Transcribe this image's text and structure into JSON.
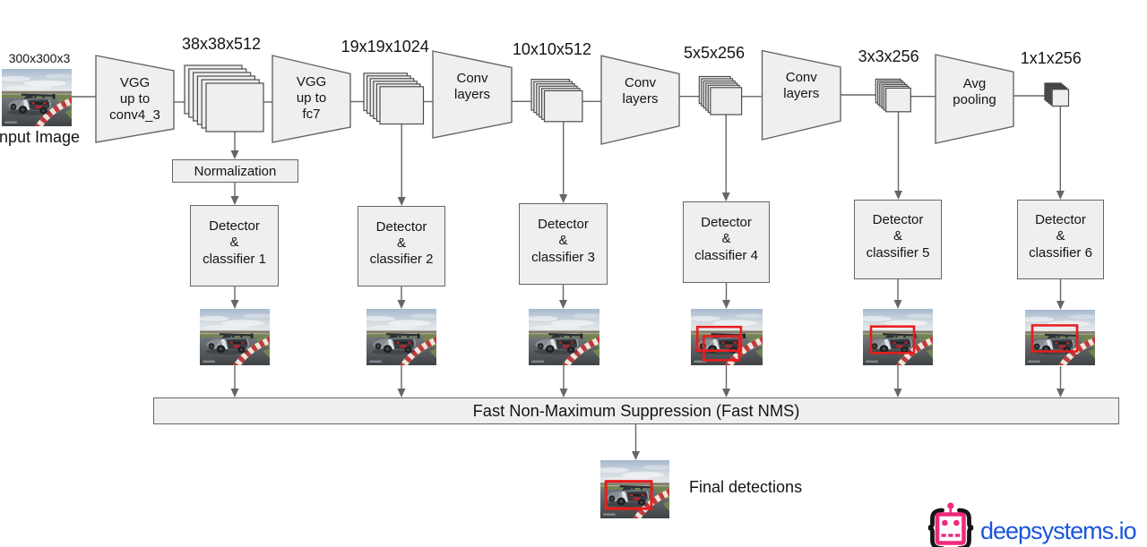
{
  "diagram": {
    "input": {
      "dim_label": "300x300x3",
      "caption": "Input Image"
    },
    "stages": {
      "trapezoids": [
        {
          "label": "VGG\nup to\nconv4_3"
        },
        {
          "label": "VGG\nup to\nfc7"
        },
        {
          "label": "Conv\nlayers"
        },
        {
          "label": "Conv\nlayers"
        },
        {
          "label": "Conv\nlayers"
        },
        {
          "label": "Avg\npooling"
        }
      ],
      "feature_maps": [
        {
          "dim_label": "38x38x512"
        },
        {
          "dim_label": "19x19x1024"
        },
        {
          "dim_label": "10x10x512"
        },
        {
          "dim_label": "5x5x256"
        },
        {
          "dim_label": "3x3x256"
        },
        {
          "dim_label": "1x1x256"
        }
      ]
    },
    "normalization": {
      "label": "Normalization"
    },
    "detectors": [
      {
        "label": "Detector\n&\nclassifier 1"
      },
      {
        "label": "Detector\n&\nclassifier 2"
      },
      {
        "label": "Detector\n&\nclassifier 3"
      },
      {
        "label": "Detector\n&\nclassifier 4"
      },
      {
        "label": "Detector\n&\nclassifier 5"
      },
      {
        "label": "Detector\n&\nclassifier 6"
      }
    ],
    "nms": {
      "label": "Fast Non-Maximum Suppression (Fast NMS)"
    },
    "final": {
      "label": "Final detections"
    }
  },
  "logo": {
    "text": "deepsystems.io",
    "brand_pink": "#ee2a7b",
    "brand_blue": "#1a56db"
  },
  "colors": {
    "shape_fill": "#efefef",
    "shape_border": "#666666",
    "connector": "#666666",
    "bounding_box_red": "#ea1c1c",
    "background": "#ffffff"
  }
}
